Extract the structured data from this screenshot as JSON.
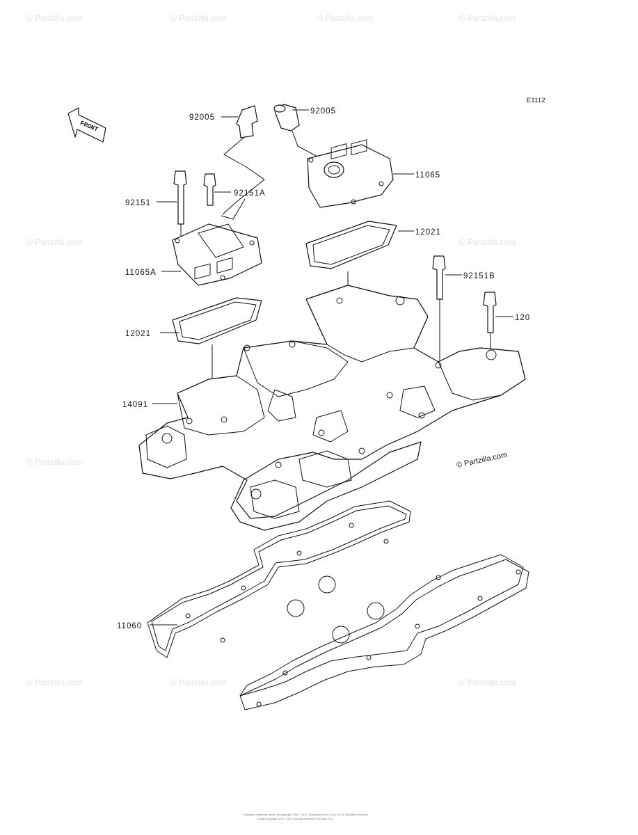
{
  "diagram": {
    "code": "E1112",
    "front_label": "FRONT",
    "labels": {
      "p92005_left": "92005",
      "p92005_right": "92005",
      "p11065": "11065",
      "p92151": "92151",
      "p92151A": "92151A",
      "p12021_right": "12021",
      "p11065A": "11065A",
      "p92151B": "92151B",
      "p120": "120",
      "p12021_left": "12021",
      "p14091": "14091",
      "p11060": "11060"
    },
    "copyright": "© Partzilla.com",
    "watermark": "© Partzilla.com",
    "footer": [
      "Kawasaki materials within, all copyright 1985 - 2011, Kawasaki Motor Corp. U.S.A. All rights reserved.",
      "Image copyright 2011 - 2011 Partzilla.com/Web Services, Inc."
    ]
  }
}
